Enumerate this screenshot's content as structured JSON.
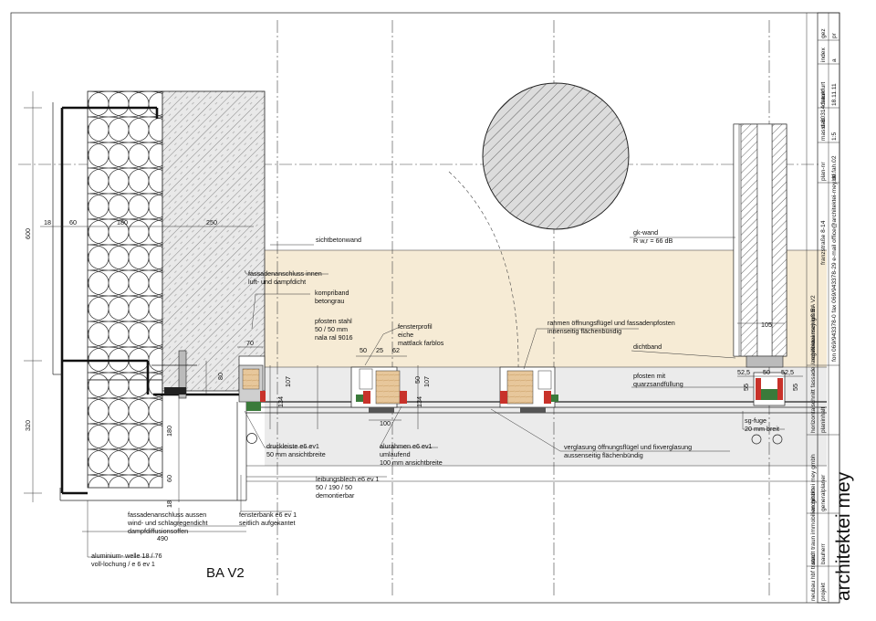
{
  "drawing_title": "BA V2",
  "annotations": {
    "sichtbetonwand": "sichtbetonwand",
    "fassadenanschluss_innen_1": "fassadenanschluss innen",
    "fassadenanschluss_innen_2": "luft- und dampfdicht",
    "kompriband_1": "kompriband",
    "kompriband_2": "betongrau",
    "pfosten_stahl_1": "pfosten stahl",
    "pfosten_stahl_2": "50 / 50 mm",
    "pfosten_stahl_3": "nala ral 9016",
    "fensterprofil_1": "fensterprofil",
    "fensterprofil_2": "eiche",
    "fensterprofil_3": "mattlack farblos",
    "rahmen_1": "rahmen öffnungsflügel und fassadenpfosten",
    "rahmen_2": "innenseitig flächenbündig",
    "gk_wand_1": "gk-wand",
    "gk_wand_2": "R w,r = 66 dB",
    "dichtband": "dichtband",
    "pfosten_mit_1": "pfosten mit",
    "pfosten_mit_2": "quarzsandfüllung",
    "sg_fuge_1": "sg-fuge",
    "sg_fuge_2": "20 mm breit",
    "druckleiste_1": "druckleiste e6 ev1",
    "druckleiste_2": "50 mm ansichtbreite",
    "alurahmen_1": "alurahmen e6 ev1",
    "alurahmen_2": "umlaufend",
    "alurahmen_3": "100 mm ansichtbreite",
    "verglasung_1": "verglasung öffnungsflügel und fixverglasung",
    "verglasung_2": "aussenseitig flächenbündig",
    "leibungsblech_1": "leibungsblech e6 ev 1",
    "leibungsblech_2": "50 / 190 / 50",
    "leibungsblech_3": "demontierbar",
    "fassadenanschluss_aussen_1": "fassadenanschluss aussen",
    "fassadenanschluss_aussen_2": "wind- und schlagregendicht",
    "fassadenanschluss_aussen_3": "dampfdiffusionsoffen",
    "fensterbank_1": "fensterbank e6 ev 1",
    "fensterbank_2": "seitlich aufgekantet",
    "aluminium_1": "aluminium- welle 18 / 76",
    "aluminium_2": "voll-lochung / e 6 ev 1"
  },
  "dimensions": {
    "d18": "18",
    "d60": "60",
    "d180": "180",
    "d250": "250",
    "d600": "600",
    "d320": "320",
    "d490": "490",
    "d70": "70",
    "d80": "80",
    "d180v": "180",
    "d60v": "60",
    "d18v": "18",
    "d50a": "50",
    "d25": "25",
    "d62": "62",
    "d100": "100",
    "d50b": "50",
    "d52_5a": "52,5",
    "d50c": "50",
    "d52_5b": "52,5",
    "d105": "105",
    "d107a": "107",
    "d107b": "107",
    "d134a": "134",
    "d134b": "134",
    "d55a": "55",
    "d55b": "55"
  },
  "title_block": {
    "projekt_label": "projekt",
    "projekt_value": "neubau hbf traun",
    "bauherr_label": "bauherr",
    "bauherr_value": "stadt traun immobilien gmbh",
    "generalplaner_label": "generalplaner",
    "generalplaner_value": "architektei mey gmbh",
    "planinhalt_label": "planinhalt",
    "planinhalt_value": "horizontalschnitt fassade / regelbauanschluß BA V2",
    "plan_nr_label": "plan-nr",
    "plan_nr_value": "htf.fah.02",
    "massstab_label": "masstab",
    "massstab_value": "1:5",
    "datum_label": "datum",
    "datum_value": "18.11.11",
    "index_label": "index",
    "index_value": "a",
    "gez_label": "gez",
    "gez_value": "pr",
    "office_1": "architektei mey gmbh",
    "office_2": "franzstraße 8-14",
    "office_3": "d-60314 frankfurt",
    "office_4": "fon 069/943378-0  fax 069/943378-29  e-mail office@architektei-mey.de",
    "logo": "architektei mey"
  },
  "colors": {
    "beige": "#f6ebd5",
    "light_gray": "#ebebeb",
    "wood": "#e7c79b",
    "red": "#c8322a",
    "green": "#3a7a3a"
  }
}
